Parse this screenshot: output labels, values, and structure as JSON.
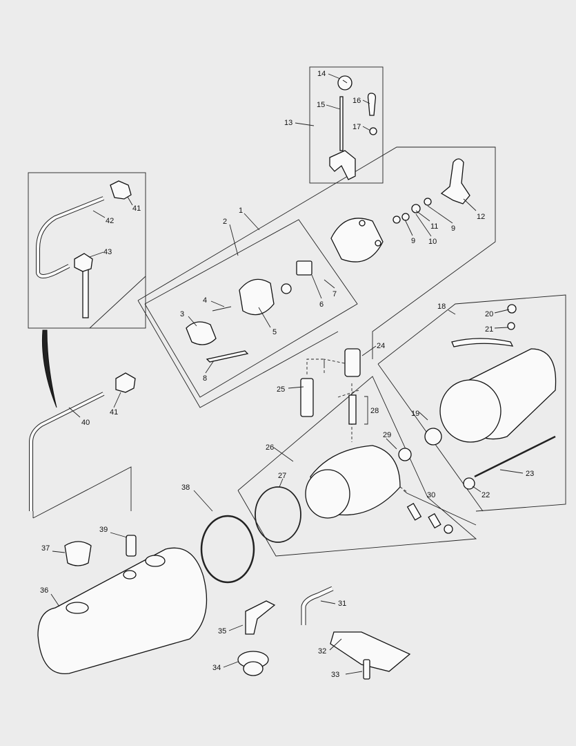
{
  "diagram": {
    "type": "exploded-parts-diagram",
    "callouts": {
      "c1": "1",
      "c2": "2",
      "c3": "3",
      "c4": "4",
      "c5": "5",
      "c6": "6",
      "c7": "7",
      "c8": "8",
      "c9a": "9",
      "c9b": "9",
      "c10": "10",
      "c11": "11",
      "c12": "12",
      "c13": "13",
      "c14": "14",
      "c15": "15",
      "c16": "16",
      "c17": "17",
      "c18": "18",
      "c19": "19",
      "c20": "20",
      "c21": "21",
      "c22": "22",
      "c23": "23",
      "c24": "24",
      "c25": "25",
      "c26": "26",
      "c27": "27",
      "c28": "28",
      "c29": "29",
      "c30": "30",
      "c31": "31",
      "c32": "32",
      "c33": "33",
      "c34": "34",
      "c35": "35",
      "c36": "36",
      "c37": "37",
      "c38": "38",
      "c39": "39",
      "c40": "40",
      "c41a": "41",
      "c41b": "41",
      "c42": "42",
      "c43": "43"
    }
  }
}
